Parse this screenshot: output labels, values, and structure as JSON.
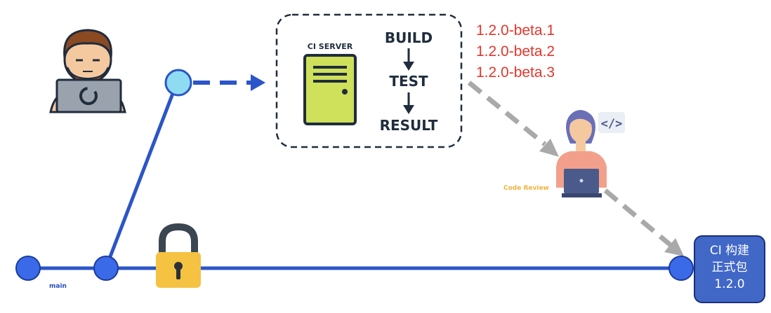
{
  "ci_server": {
    "label": "CI SERVER",
    "steps": [
      "BUILD",
      "TEST",
      "RESULT"
    ]
  },
  "versions": [
    "1.2.0-beta.1",
    "1.2.0-beta.2",
    "1.2.0-beta.3"
  ],
  "branch": {
    "name": "main"
  },
  "review": {
    "label": "Code Review",
    "code_glyph": "</>"
  },
  "release": {
    "line1": "CI 构建",
    "line2": "正式包",
    "line3": "1.2.0"
  },
  "colors": {
    "branch_line": "#2b55c8",
    "node_fill": "#3b6ae8",
    "node_light": "#8fdcf2",
    "beta_text": "#e5352b",
    "arrow_gray": "#a9a9a9",
    "server_fill": "#cfe05a",
    "lock_body": "#f5c242",
    "release_fill": "#4167c7"
  },
  "icons": [
    "developer-icon",
    "server-icon",
    "lock-icon",
    "reviewer-icon",
    "code-icon"
  ]
}
